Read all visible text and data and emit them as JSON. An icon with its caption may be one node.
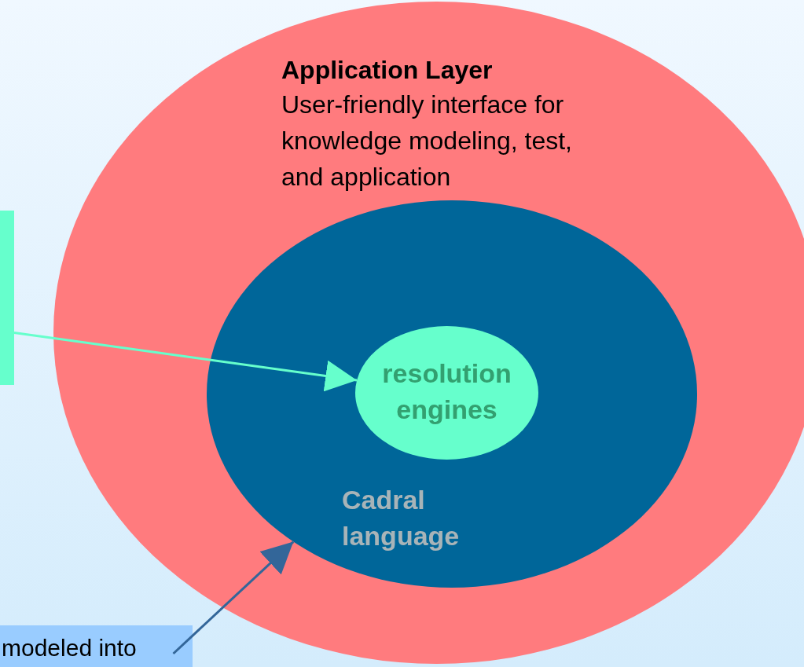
{
  "diagram": {
    "nodes": [
      {
        "text": [
          "Application Layer",
          "User-friendly interface for knowledge modeling, test, and application"
        ]
      },
      {
        "text": [
          "Cadral language"
        ],
        "in": 0
      },
      {
        "text": [
          "resolution engines"
        ],
        "in": 1
      },
      {
        "text": [],
        "shape": "box"
      },
      {
        "text": [
          "modeled into"
        ]
      }
    ],
    "edges": [
      {
        "from": 3,
        "to": 2,
        "arrow": "to",
        "color": "#66ffcc"
      },
      {
        "from": 4,
        "to": 1,
        "arrow": "to",
        "color": "#336699"
      }
    ]
  }
}
